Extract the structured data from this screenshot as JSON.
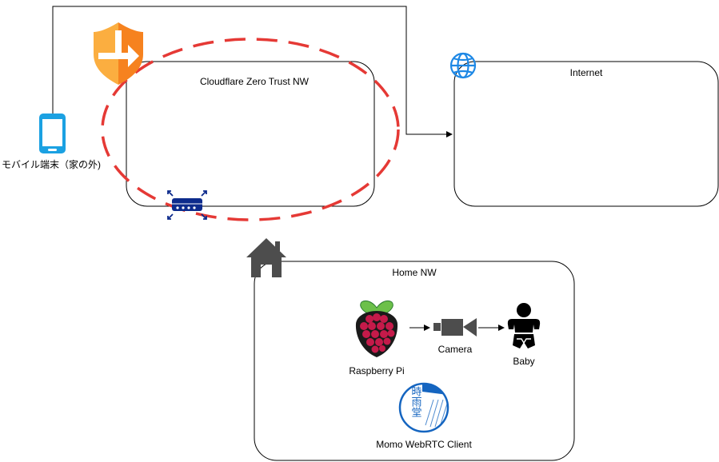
{
  "groups": {
    "cloudflare": {
      "title": "Cloudflare Zero Trust NW"
    },
    "internet": {
      "title": "Internet"
    },
    "home": {
      "title": "Home NW"
    }
  },
  "nodes": {
    "mobile": {
      "label": "モバイル端末（家の外)",
      "icon": "smartphone-icon"
    },
    "raspberry_pi": {
      "label": "Raspberry Pi",
      "icon": "raspberry-icon"
    },
    "camera": {
      "label": "Camera",
      "icon": "video-camera-icon"
    },
    "baby": {
      "label": "Baby",
      "icon": "baby-icon"
    },
    "momo": {
      "label": "Momo WebRTC Client",
      "icon": "momo-logo-icon",
      "logo_text": "時雨堂"
    },
    "cloudflare_shield": {
      "icon": "shield-arrow-icon"
    },
    "globe": {
      "icon": "globe-icon"
    },
    "home": {
      "icon": "house-icon"
    },
    "router": {
      "icon": "router-icon"
    }
  },
  "colors": {
    "shield_orange": "#F6821F",
    "shield_light": "#FBAE40",
    "highlight_red": "#E53935",
    "phone_blue": "#1BA1E2",
    "globe_blue": "#1E88E5",
    "router_navy": "#0D2B8C",
    "raspberry_red": "#C51A4A",
    "leaf_green": "#6CC04A",
    "icon_gray": "#4D4D4D",
    "momo_blue": "#1565C0"
  }
}
